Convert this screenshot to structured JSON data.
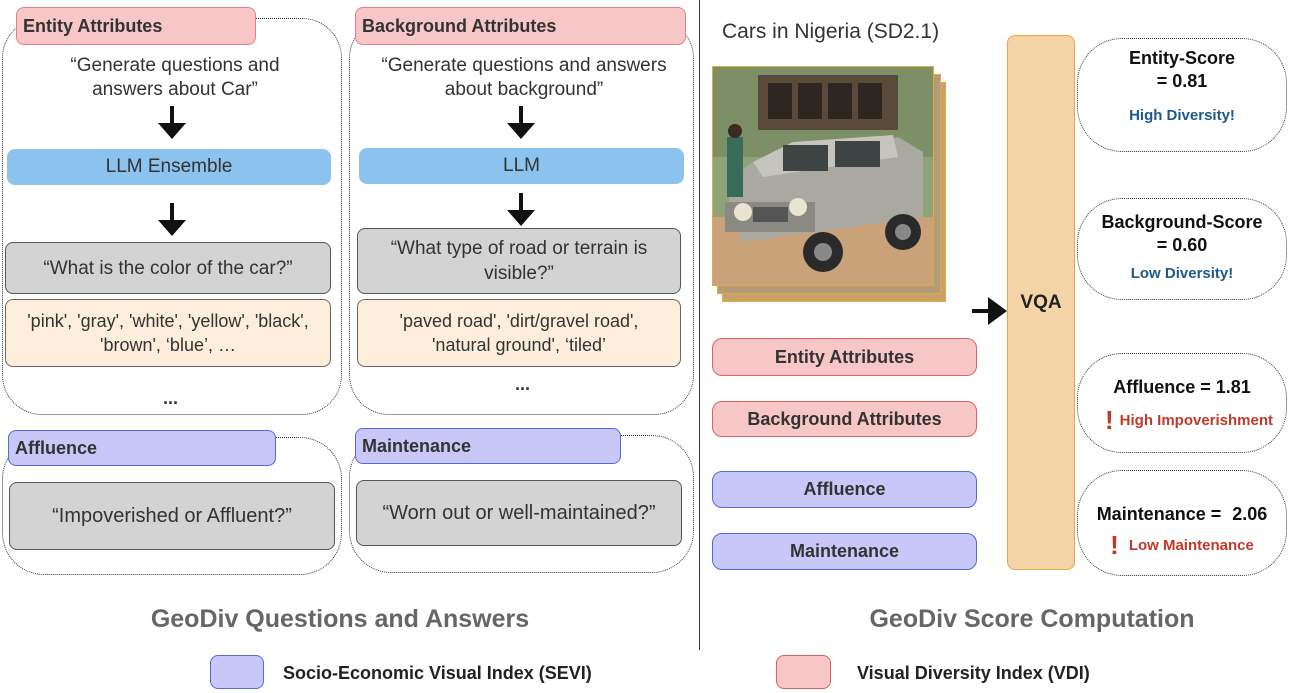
{
  "left_panel": {
    "entity": {
      "tag": "Entity Attributes",
      "prompt": "“Generate questions and answers about Car”",
      "llm": "LLM Ensemble",
      "question": "“What is the color of the car?”",
      "answers": "'pink', 'gray', 'white', 'yellow', 'black', 'brown', ‘blue’, …",
      "more": "..."
    },
    "background": {
      "tag": "Background Attributes",
      "prompt": "“Generate questions and answers about background”",
      "llm": "LLM",
      "question": "“What type of road or terrain is visible?”",
      "answers": "'paved road', 'dirt/gravel road', 'natural ground', ‘tiled’",
      "more": "..."
    },
    "affluence": {
      "tag": "Affluence",
      "question": "“Impoverished or Affluent?”"
    },
    "maintenance": {
      "tag": "Maintenance",
      "question": "“Worn out or well-maintained?”"
    },
    "title": "GeoDiv Questions and Answers"
  },
  "right_panel": {
    "image_caption": "Cars in Nigeria (SD2.1)",
    "pills": [
      "Entity Attributes",
      "Background Attributes",
      "Affluence",
      "Maintenance"
    ],
    "vqa_label": "VQA",
    "scores": {
      "entity": {
        "title_line1": "Entity-Score",
        "title_line2": "= 0.81",
        "note": "High Diversity!"
      },
      "background": {
        "title_line1": "Background-Score",
        "title_line2": "= 0.60",
        "note": "Low Diversity!"
      },
      "affluence": {
        "title": "Affluence = 1.81",
        "note": "High Impoverishment"
      },
      "maintenance": {
        "title_label": "Maintenance =",
        "title_value": "2.06",
        "note": "Low Maintenance"
      }
    },
    "title": "GeoDiv Score Computation"
  },
  "legend": {
    "sevi": {
      "label": "Socio-Economic Visual Index (SEVI)",
      "color": "#c9c7f7"
    },
    "vdi": {
      "label": "Visual Diversity Index (VDI)",
      "color": "#f7c6c6"
    }
  },
  "colors": {
    "pink": "#f7c6c6",
    "purple": "#c9c7f7",
    "blue_llm": "#8cc3ee",
    "grey_box": "#d3d3d3",
    "answer_box": "#fdeedb",
    "vqa": "#f4d4a6",
    "note_blue": "#1d5a8a",
    "note_red": "#c0392b"
  }
}
